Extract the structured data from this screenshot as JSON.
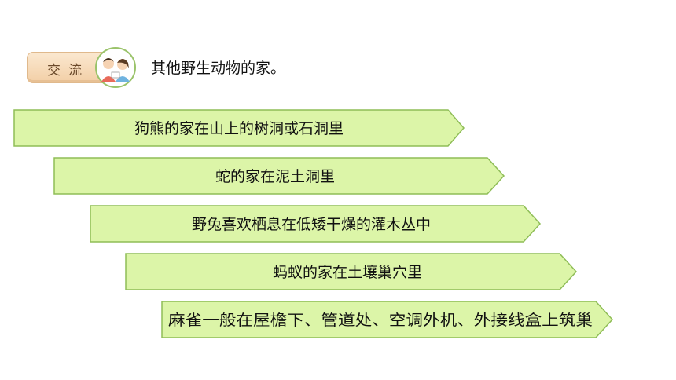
{
  "badge": {
    "label": "交流",
    "icon": "children-talking-icon"
  },
  "heading": "其他野生动物的家。",
  "items": [
    "狗熊的家在山上的树洞或石洞里",
    "蛇的家在泥土洞里",
    "野兔喜欢栖息在低矮干燥的灌木丛中",
    "蚂蚁的家在土壤巢穴里",
    "麻雀一般在屋檐下、管道处、空调外机、外接线盒上筑巢"
  ],
  "colors": {
    "arrow_fill": "#dcf5a8",
    "arrow_stroke": "#8fbd57",
    "badge_fill": "#f2cfa6",
    "text": "#111111"
  }
}
